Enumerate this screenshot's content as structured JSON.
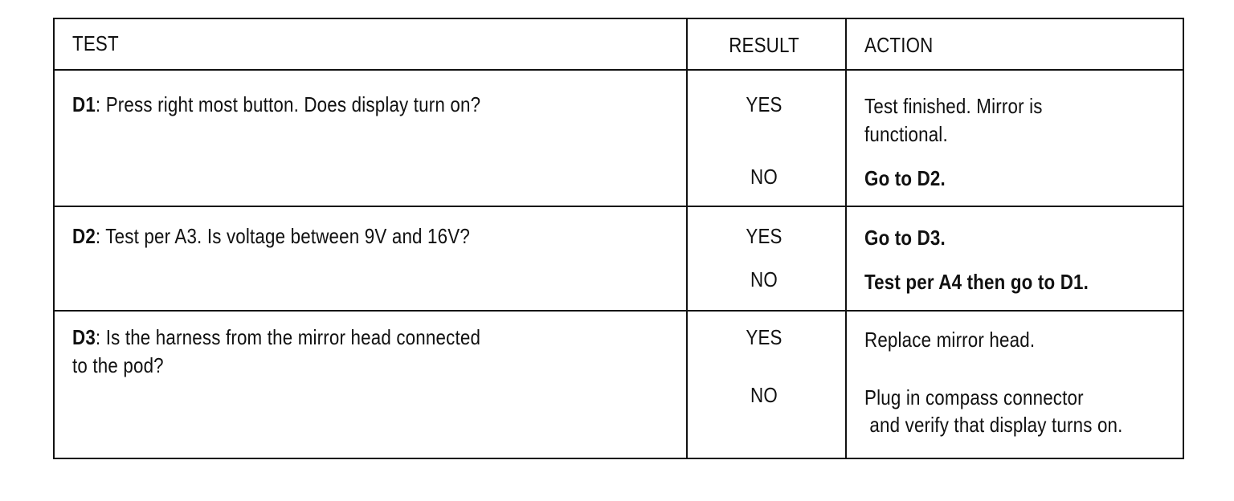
{
  "headers": {
    "test": "TEST",
    "result": "RESULT",
    "action": "ACTION"
  },
  "rows": [
    {
      "id": "D1",
      "question": ": Press right most button.  Does display turn on?",
      "outcomes": [
        {
          "result": "YES",
          "action_line1": "Test finished. Mirror is",
          "action_line2": "functional."
        },
        {
          "result": "NO",
          "action": "Go to D2."
        }
      ]
    },
    {
      "id": "D2",
      "question": ": Test per A3.  Is voltage between 9V and 16V?",
      "outcomes": [
        {
          "result": "YES",
          "action": "Go to D3."
        },
        {
          "result": "NO",
          "action": "Test per A4 then go to D1."
        }
      ]
    },
    {
      "id": "D3",
      "question_line1": ": Is the harness from the mirror head connected",
      "question_line2": "to the pod?",
      "outcomes": [
        {
          "result": "YES",
          "action": "Replace mirror head."
        },
        {
          "result": "NO",
          "action_line1": "Plug in compass connector",
          "action_line2": " and verify that display turns on."
        }
      ]
    }
  ]
}
